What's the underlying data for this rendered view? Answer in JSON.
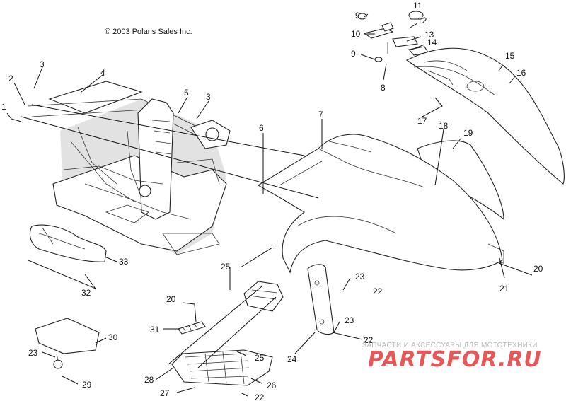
{
  "copyright": "© 2003 Polaris Sales Inc.",
  "watermark": {
    "tagline": "ЗАПЧАСТИ И АКСЕССУАРЫ ДЛЯ МОТОТЕХНИКИ",
    "brand": "PARTSFOR.RU",
    "brand_color": "#e23b3b"
  },
  "callouts": [
    "1",
    "2",
    "3",
    "3",
    "4",
    "5",
    "6",
    "7",
    "8",
    "9",
    "9",
    "10",
    "11",
    "12",
    "13",
    "14",
    "15",
    "16",
    "17",
    "18",
    "19",
    "20",
    "20",
    "21",
    "22",
    "22",
    "22",
    "23",
    "23",
    "23",
    "24",
    "25",
    "25",
    "26",
    "27",
    "28",
    "29",
    "30",
    "31",
    "32",
    "33"
  ]
}
